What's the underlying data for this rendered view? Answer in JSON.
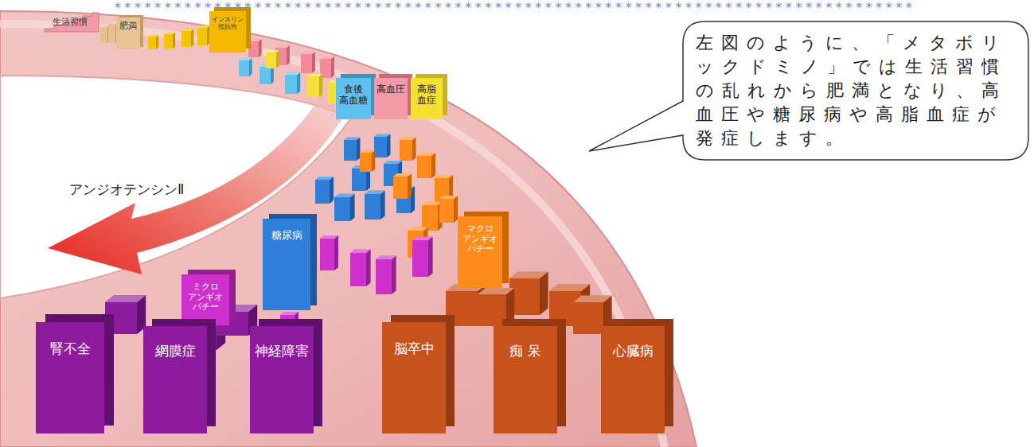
{
  "diagram": {
    "nodes": [
      {
        "text": [
          "生活習慣"
        ]
      },
      {
        "text": [
          "肥満"
        ]
      },
      {
        "text": [
          "インスリン 抵抗性"
        ]
      },
      {
        "text": [
          "食後 高血糖"
        ]
      },
      {
        "text": [
          "高血圧"
        ]
      },
      {
        "text": [
          "高脂 血症"
        ]
      },
      {
        "text": [
          "糖尿病"
        ]
      },
      {
        "text": [
          "マクロ アンギオ パチー"
        ]
      },
      {
        "text": [
          "ミクロ アンギオ パチー"
        ]
      },
      {
        "text": [
          "腎不全"
        ]
      },
      {
        "text": [
          "網膜症"
        ]
      },
      {
        "text": [
          "神経障害"
        ]
      },
      {
        "text": [
          "脳卒中"
        ]
      },
      {
        "text": [
          "痴 呆"
        ]
      },
      {
        "text": [
          "心臓病"
        ]
      },
      {
        "text": [
          "左図のように、「メタボリックドミノ」では生活習慣の乱れから肥満となり、高血圧や糖尿病や高脂血症が発症します。"
        ]
      }
    ],
    "labels": [
      "********************************************************************************",
      "アンジオテンシンⅡ"
    ]
  }
}
